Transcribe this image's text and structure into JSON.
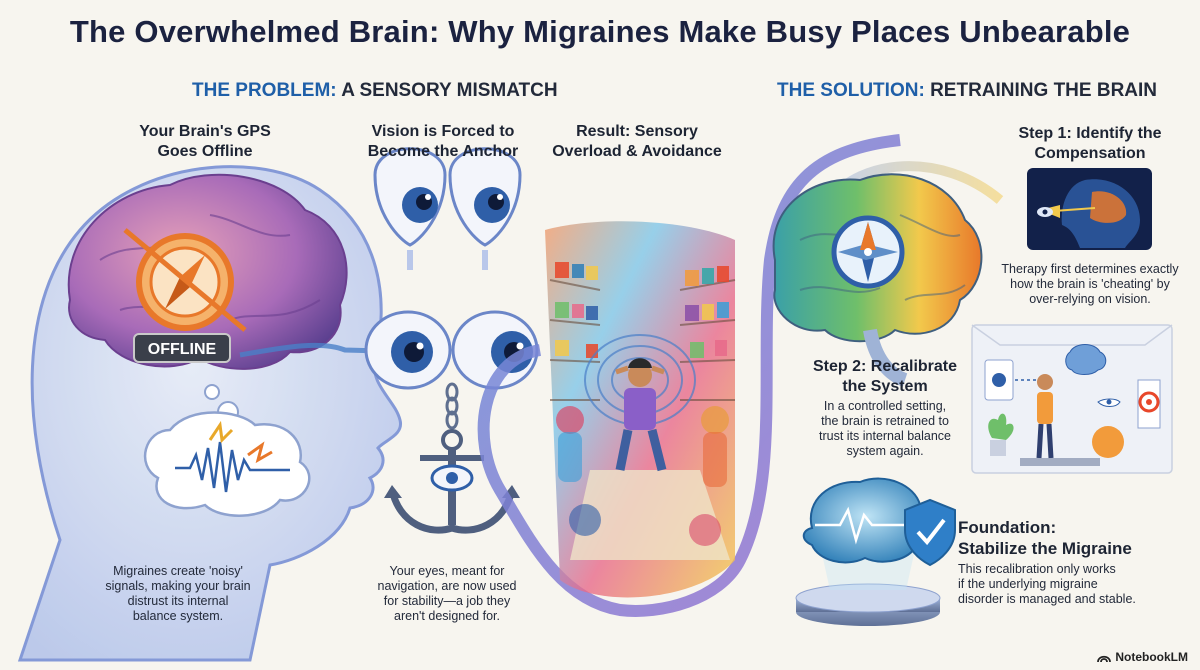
{
  "title": "The Overwhelmed Brain: Why Migraines Make Busy Places Unbearable",
  "problem": {
    "heading_highlight": "THE PROBLEM:",
    "heading_rest": "A SENSORY MISMATCH",
    "col1": {
      "title_line1": "Your Brain's GPS",
      "title_line2": "Goes Offline",
      "badge": "OFFLINE",
      "desc": [
        "Migraines create 'noisy'",
        "signals, making your brain",
        "distrust its internal",
        "balance system."
      ]
    },
    "col2": {
      "title_line1": "Vision is Forced to",
      "title_line2": "Become the Anchor",
      "desc": [
        "Your eyes, meant for",
        "navigation, are now used",
        "for stability—a job they",
        "aren't designed for."
      ]
    },
    "col3": {
      "title_line1": "Result: Sensory",
      "title_line2": "Overload & Avoidance"
    }
  },
  "solution": {
    "heading_highlight": "THE SOLUTION:",
    "heading_rest": "RETRAINING THE BRAIN",
    "step1": {
      "title_line1": "Step 1: Identify the",
      "title_line2": "Compensation",
      "desc": [
        "Therapy first determines exactly",
        "how the brain is 'cheating' by",
        "over-relying on vision."
      ]
    },
    "step2": {
      "title_line1": "Step 2: Recalibrate",
      "title_line2": "the System",
      "desc": [
        "In a controlled setting,",
        "the brain is retrained to",
        "trust its internal balance",
        "system again."
      ]
    },
    "foundation": {
      "title_line1": "Foundation:",
      "title_line2": "Stabilize the Migraine",
      "desc": [
        "This recalibration only works",
        "if the underlying migraine",
        "disorder is managed and stable."
      ]
    }
  },
  "footer": "NotebookLM",
  "colors": {
    "accent_blue": "#1f5fa8",
    "title_navy": "#1b2240",
    "brain_purple": "#8a4fa8",
    "alert_orange": "#e8782a"
  }
}
